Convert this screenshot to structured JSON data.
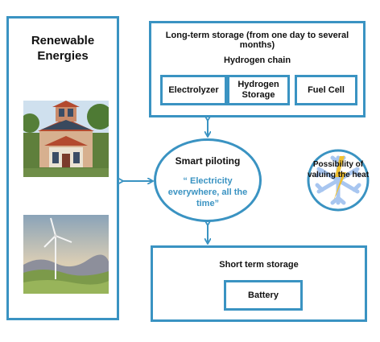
{
  "renewable": {
    "title": "Renewable\nEnergies"
  },
  "long_term": {
    "title": "Long-term storage (from one day to several months)",
    "chain_title": "Hydrogen chain",
    "steps": [
      "Electrolyzer",
      "Hydrogen Storage",
      "Fuel Cell"
    ]
  },
  "piloting": {
    "title": "Smart piloting",
    "quote": "“ Electricity everywhere, all the time”"
  },
  "heat": {
    "label": "Possibility of valuing the heat"
  },
  "short_term": {
    "title": "Short term storage",
    "battery": "Battery"
  },
  "colors": {
    "accent": "#3a93c2",
    "snowflake": "#a8c6f0",
    "flame": "#f2c12e"
  }
}
